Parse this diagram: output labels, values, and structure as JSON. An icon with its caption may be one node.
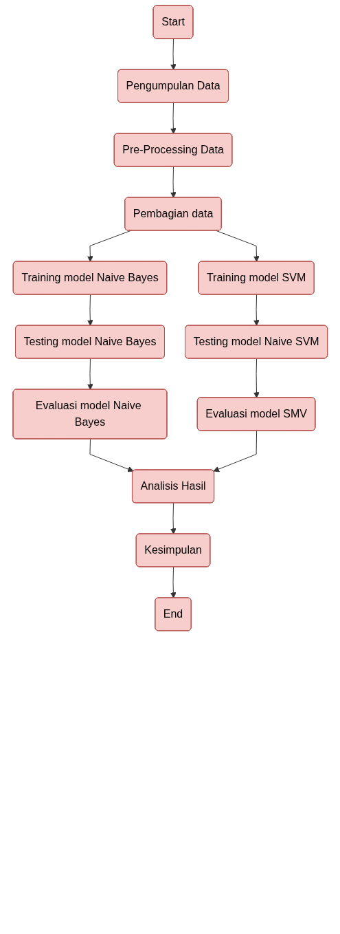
{
  "diagram": {
    "nodes": [
      {
        "text": [
          "Start"
        ]
      },
      {
        "text": [
          "Pengumpulan Data"
        ]
      },
      {
        "text": [
          "Pre-Processing Data"
        ]
      },
      {
        "text": [
          "Pembagian data"
        ]
      },
      {
        "text": [
          "Training model Naive Bayes"
        ]
      },
      {
        "text": [
          "Training model SVM"
        ]
      },
      {
        "text": [
          "Testing model Naive Bayes"
        ]
      },
      {
        "text": [
          "Testing model Naive SVM"
        ]
      },
      {
        "text": [
          "Evaluasi model Naive Bayes"
        ]
      },
      {
        "text": [
          "Evaluasi model SMV"
        ]
      },
      {
        "text": [
          "Analisis Hasil"
        ]
      },
      {
        "text": [
          "Kesimpulan"
        ]
      },
      {
        "text": [
          "End"
        ]
      }
    ],
    "edges": [
      {
        "from": 0,
        "to": 1,
        "arrow": "to"
      },
      {
        "from": 1,
        "to": 2,
        "arrow": "to"
      },
      {
        "from": 2,
        "to": 3,
        "arrow": "to"
      },
      {
        "from": 3,
        "to": 4,
        "arrow": "to"
      },
      {
        "from": 3,
        "to": 5,
        "arrow": "to"
      },
      {
        "from": 4,
        "to": 6,
        "arrow": "to"
      },
      {
        "from": 5,
        "to": 7,
        "arrow": "to"
      },
      {
        "from": 6,
        "to": 8,
        "arrow": "to"
      },
      {
        "from": 7,
        "to": 9,
        "arrow": "to"
      },
      {
        "from": 8,
        "to": 10,
        "arrow": "to"
      },
      {
        "from": 9,
        "to": 10,
        "arrow": "to"
      },
      {
        "from": 10,
        "to": 11,
        "arrow": "to"
      },
      {
        "from": 11,
        "to": 12,
        "arrow": "to"
      }
    ]
  }
}
